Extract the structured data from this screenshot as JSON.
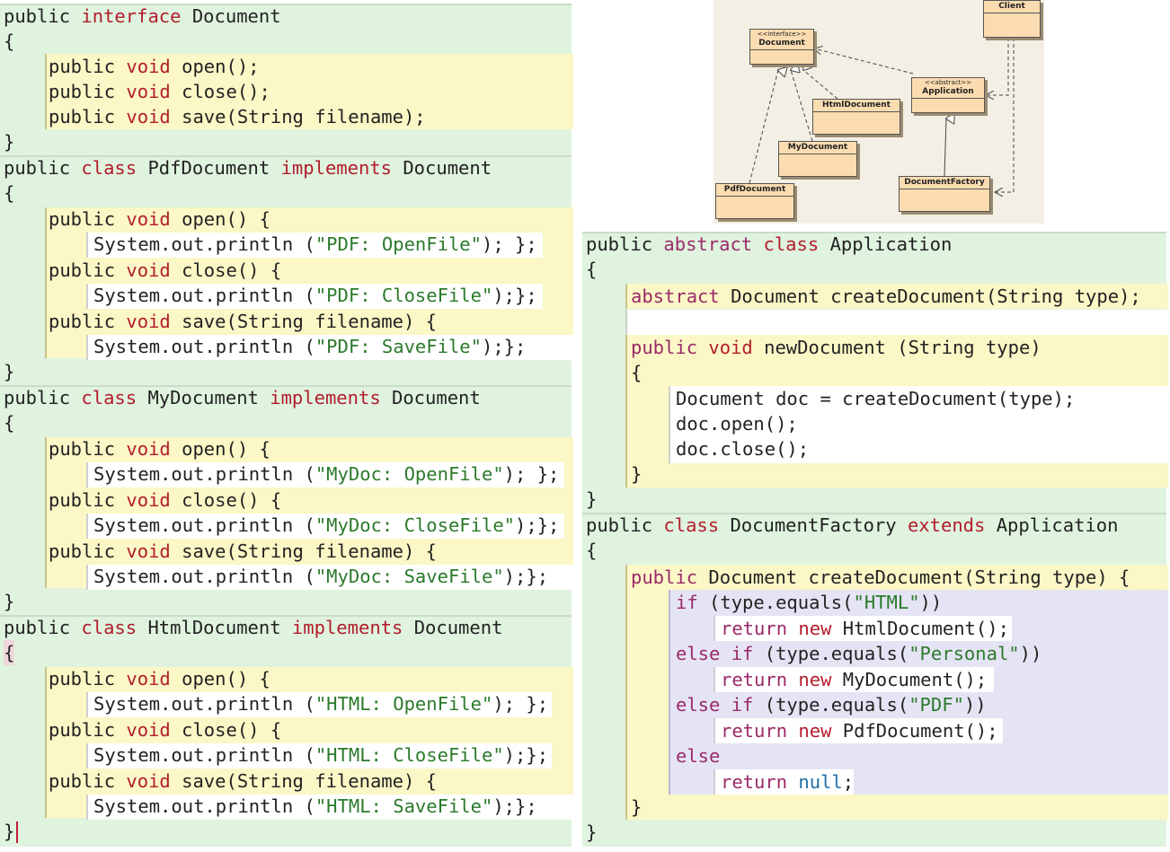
{
  "left_code": {
    "interface_block": {
      "header": [
        "public",
        "interface",
        "Document"
      ],
      "open_brace": "{",
      "methods": [
        [
          "public",
          "void",
          "open();"
        ],
        [
          "public",
          "void",
          "close();"
        ],
        [
          "public",
          "void",
          "save(String filename);"
        ]
      ],
      "close_brace": "}"
    },
    "pdf_block": {
      "header": [
        "public",
        "class",
        "PdfDocument",
        "implements",
        "Document"
      ],
      "open_brace": "{",
      "methods": [
        {
          "sig": [
            "public",
            "void",
            "open() {"
          ],
          "body": [
            "System.out.println (",
            "\"PDF: OpenFile\"",
            "); };"
          ]
        },
        {
          "sig": [
            "public",
            "void",
            "close() {"
          ],
          "body": [
            "System.out.println (",
            "\"PDF: CloseFile\"",
            ");};"
          ]
        },
        {
          "sig": [
            "public",
            "void",
            "save(String filename) {"
          ],
          "body": [
            "System.out.println (",
            "\"PDF: SaveFile\"",
            ");};"
          ]
        }
      ],
      "close_brace": "}"
    },
    "mydoc_block": {
      "header": [
        "public",
        "class",
        "MyDocument",
        "implements",
        "Document"
      ],
      "open_brace": "{",
      "methods": [
        {
          "sig": [
            "public",
            "void",
            "open() {"
          ],
          "body": [
            "System.out.println (",
            "\"MyDoc: OpenFile\"",
            "); };"
          ]
        },
        {
          "sig": [
            "public",
            "void",
            "close() {"
          ],
          "body": [
            "System.out.println (",
            "\"MyDoc: CloseFile\"",
            ");};"
          ]
        },
        {
          "sig": [
            "public",
            "void",
            "save(String filename) {"
          ],
          "body": [
            "System.out.println (",
            "\"MyDoc: SaveFile\"",
            ");};"
          ]
        }
      ],
      "close_brace": "}"
    },
    "html_block": {
      "header": [
        "public",
        "class",
        "HtmlDocument",
        "implements",
        "Document"
      ],
      "open_brace": "{",
      "methods": [
        {
          "sig": [
            "public",
            "void",
            "open() {"
          ],
          "body": [
            "System.out.println (",
            "\"HTML: OpenFile\"",
            "); };"
          ]
        },
        {
          "sig": [
            "public",
            "void",
            "close() {"
          ],
          "body": [
            "System.out.println (",
            "\"HTML: CloseFile\"",
            ");};"
          ]
        },
        {
          "sig": [
            "public",
            "void",
            "save(String filename) {"
          ],
          "body": [
            "System.out.println (",
            "\"HTML: SaveFile\"",
            ");};"
          ]
        }
      ],
      "close_brace": "}"
    }
  },
  "right_code": {
    "app_block": {
      "header": [
        "public",
        "abstract",
        "class",
        "Application"
      ],
      "open_brace": "{",
      "abstract_line": [
        "abstract",
        "Document createDocument(String type);"
      ],
      "new_sig": [
        "public",
        "void",
        "newDocument (String type)"
      ],
      "inner_open": "{",
      "body": [
        "Document doc = createDocument(type);",
        "doc.open();",
        "doc.close();"
      ],
      "inner_close": "}",
      "close_brace": "}"
    },
    "factory_block": {
      "header": [
        "public",
        "class",
        "DocumentFactory",
        "extends",
        "Application"
      ],
      "open_brace": "{",
      "sig": [
        "public",
        "Document createDocument(String type) {"
      ],
      "if1": [
        "if",
        " (type.equals(",
        "\"HTML\"",
        "))"
      ],
      "ret1": [
        "return",
        "new",
        "HtmlDocument();"
      ],
      "if2": [
        "else if",
        " (type.equals(",
        "\"Personal\"",
        "))"
      ],
      "ret2": [
        "return",
        "new",
        "MyDocument();"
      ],
      "if3": [
        "else if",
        " (type.equals(",
        "\"PDF\"",
        "))"
      ],
      "ret3": [
        "return",
        "new",
        "PdfDocument();"
      ],
      "else": "else",
      "ret4": [
        "return",
        "null",
        ";"
      ],
      "inner_close": "}",
      "close_brace": "}"
    }
  },
  "uml": {
    "document": {
      "stereotype": "<<interface>>",
      "name": "Document"
    },
    "client": {
      "name": "Client"
    },
    "htmldocument": {
      "name": "HtmlDocument"
    },
    "application": {
      "stereotype": "<<abstract>>",
      "name": "Application"
    },
    "mydocument": {
      "name": "MyDocument"
    },
    "pdfdocument": {
      "name": "PdfDocument"
    },
    "documentfactory": {
      "name": "DocumentFactory"
    }
  }
}
